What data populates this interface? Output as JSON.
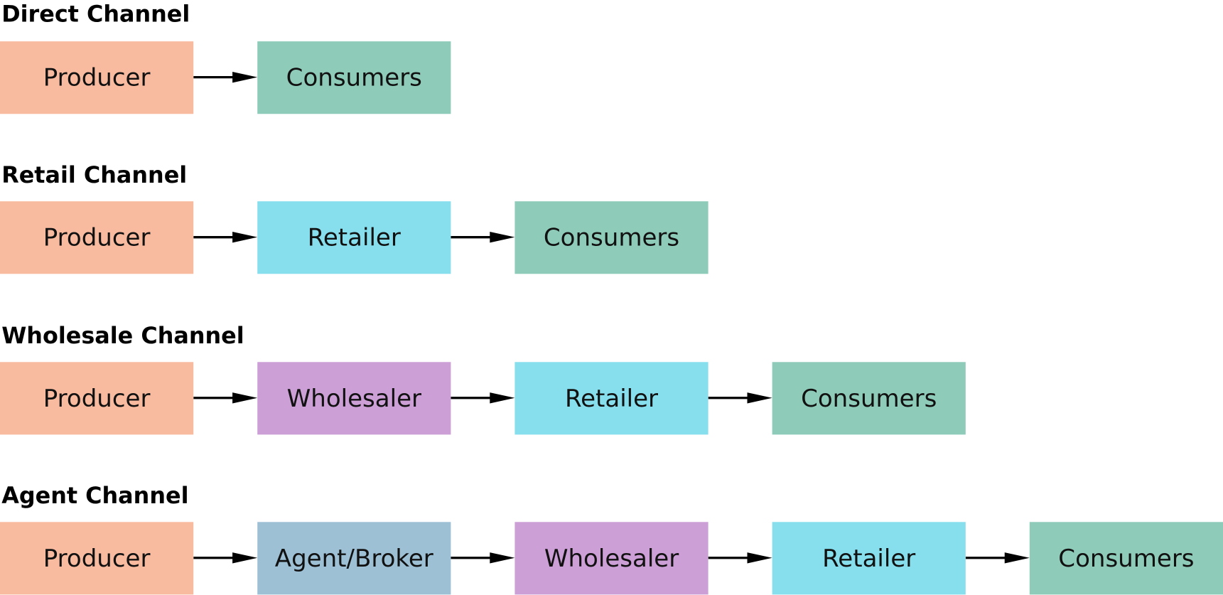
{
  "colors": {
    "Producer": "#F9BBA0",
    "Consumers": "#8FCBB9",
    "Retailer": "#87DFEE",
    "Wholesaler": "#CC9FD6",
    "Agent/Broker": "#9DC0D5"
  },
  "channels": [
    {
      "title": "Direct Channel",
      "nodes": [
        "Producer",
        "Consumers"
      ]
    },
    {
      "title": "Retail Channel",
      "nodes": [
        "Producer",
        "Retailer",
        "Consumers"
      ]
    },
    {
      "title": "Wholesale Channel",
      "nodes": [
        "Producer",
        "Wholesaler",
        "Retailer",
        "Consumers"
      ]
    },
    {
      "title": "Agent Channel",
      "nodes": [
        "Producer",
        "Agent/Broker",
        "Wholesaler",
        "Retailer",
        "Consumers"
      ]
    }
  ]
}
